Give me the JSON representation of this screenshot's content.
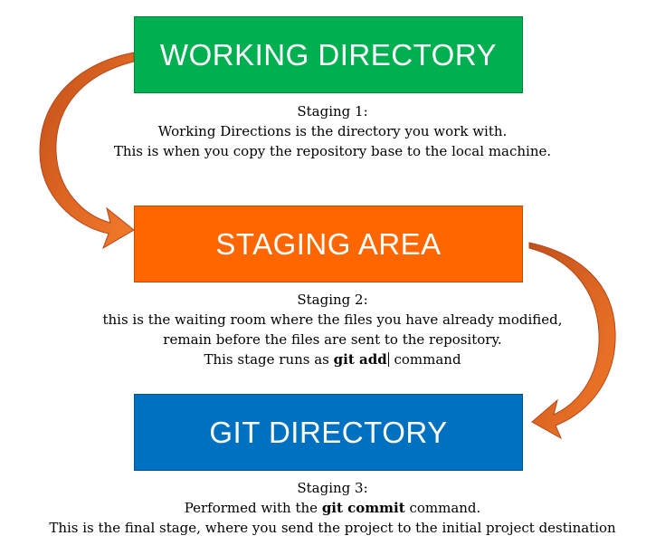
{
  "boxes": {
    "working": "WORKING DIRECTORY",
    "staging": "STAGING AREA",
    "git": "GIT DIRECTORY"
  },
  "colors": {
    "working": "#00b050",
    "staging": "#ff6600",
    "git": "#0070c0",
    "arrow": "#f26b1d",
    "arrow_dark": "#c4501a"
  },
  "stage1": {
    "title": "Staging 1:",
    "line1": "Working Directions is the directory you work with.",
    "line2": "This is when you copy the repository base to the local machine."
  },
  "stage2": {
    "title": "Staging 2:",
    "line1": "this is the waiting room where the files you have already modified,",
    "line2": "remain before the files are sent to the repository.",
    "line3_prefix": "This stage runs as ",
    "line3_cmd": "git add",
    "line3_suffix": " command"
  },
  "stage3": {
    "title": "Staging 3:",
    "line1_prefix": "Performed with the ",
    "line1_cmd": "git commit",
    "line1_suffix": " command.",
    "line2": "This is the final stage, where you send the project to the initial project destination"
  }
}
